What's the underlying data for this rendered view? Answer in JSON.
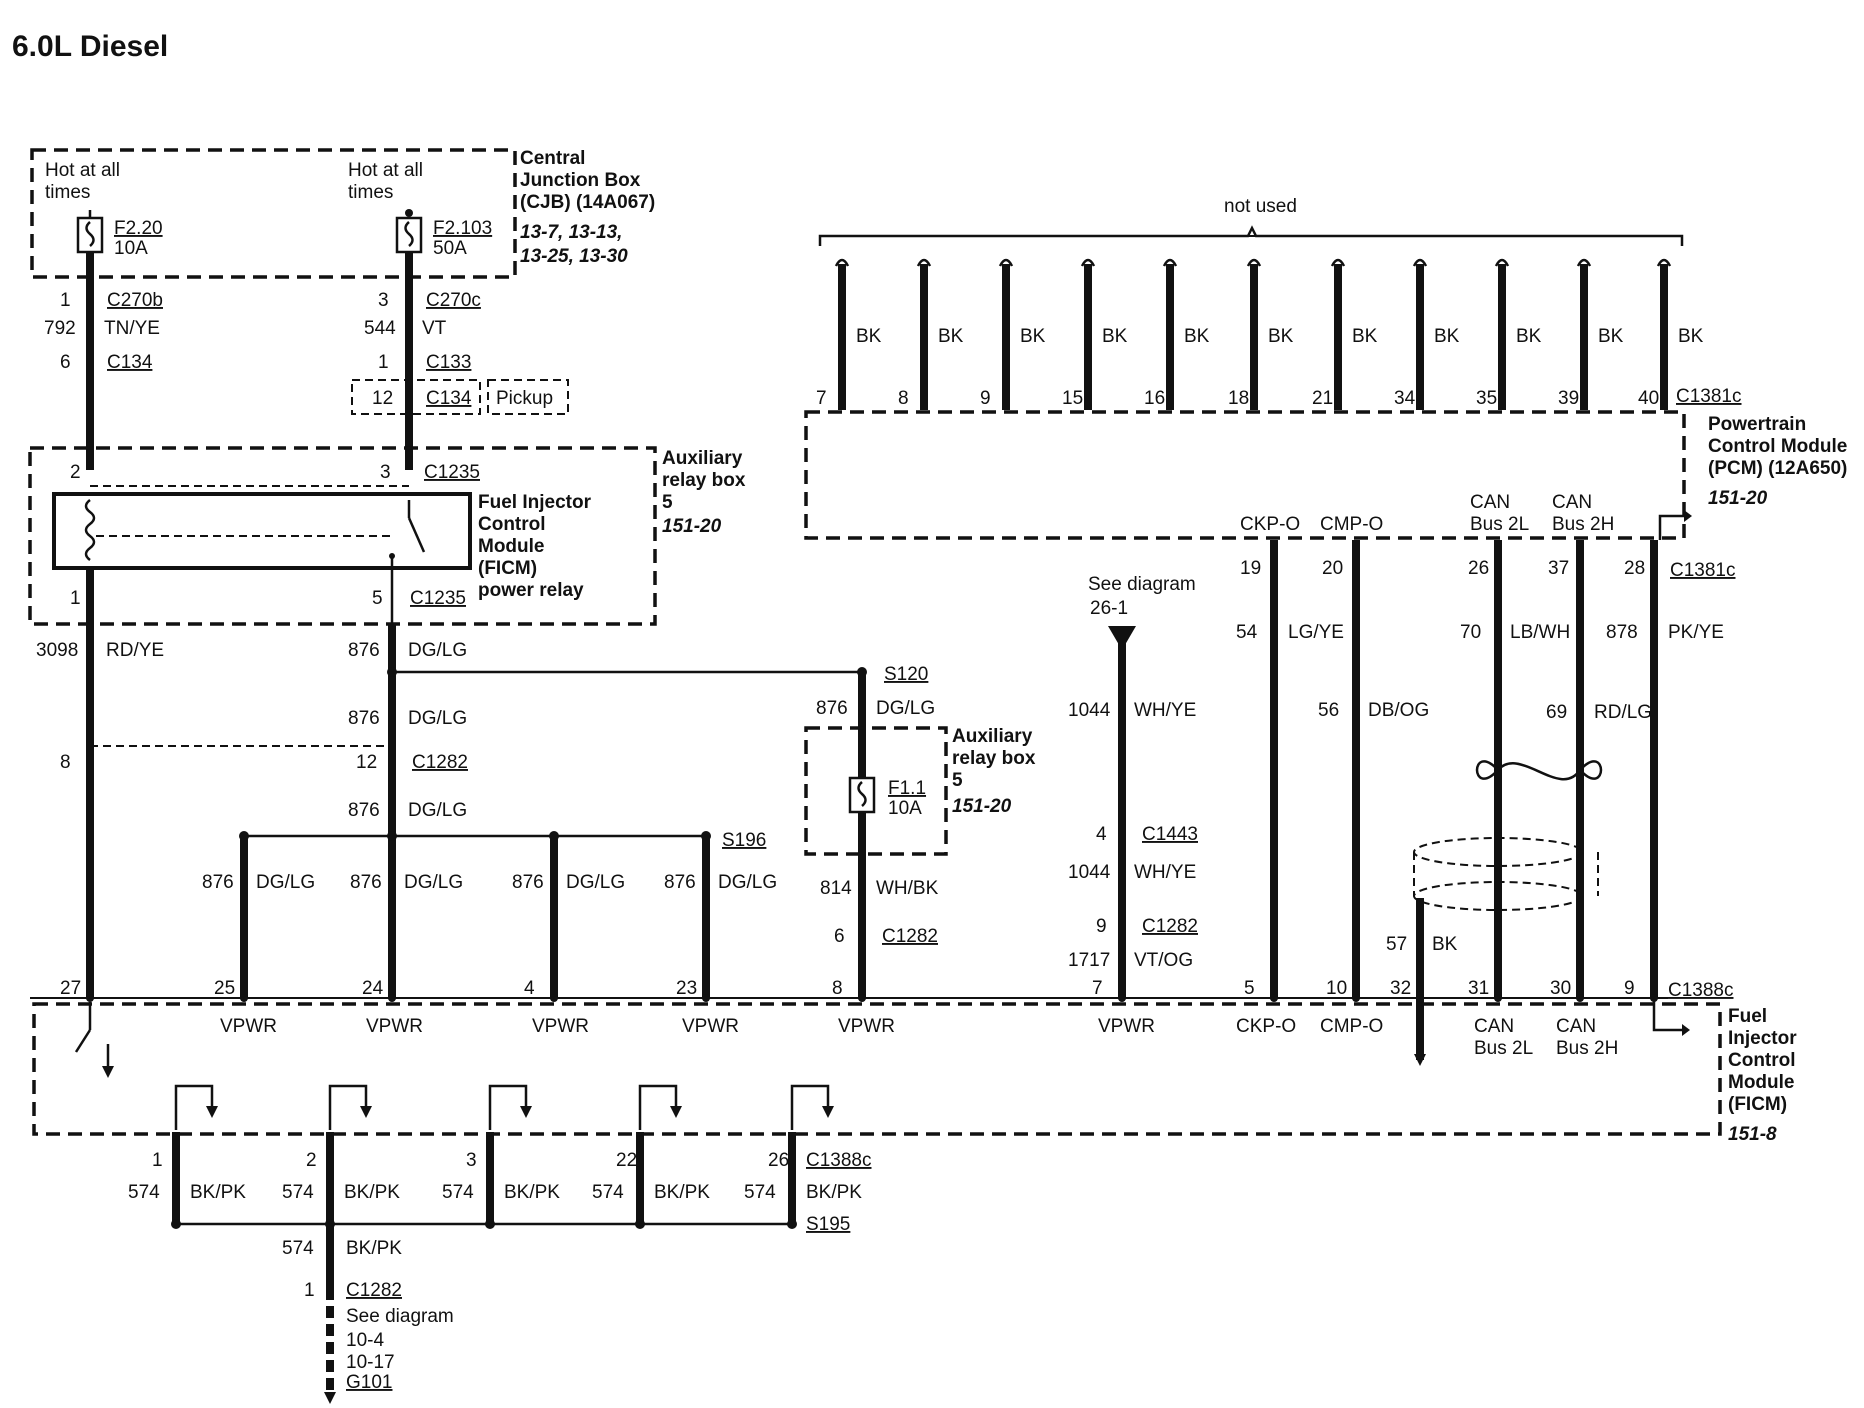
{
  "title": "6.0L Diesel",
  "cjb": {
    "name": [
      "Central",
      "Junction Box",
      "(CJB) (14A067)"
    ],
    "refs": [
      "13-7, 13-13,",
      "13-25, 13-30"
    ],
    "hot1": [
      "Hot at all",
      "times"
    ],
    "hot2": [
      "Hot at all",
      "times"
    ],
    "fuse1": {
      "id": "F2.20",
      "rating": "10A"
    },
    "fuse2": {
      "id": "F2.103",
      "rating": "50A"
    }
  },
  "left_wire": {
    "pin1": "1",
    "c1": "C270b",
    "circuit": "792",
    "color": "TN/YE",
    "pin2": "6",
    "c2": "C134"
  },
  "mid_wire": {
    "pin1": "3",
    "c1": "C270c",
    "circuit": "544",
    "color": "VT",
    "pin2": "1",
    "c2": "C133",
    "pin3": "12",
    "c3": "C134",
    "pickup": "Pickup"
  },
  "relay_box": {
    "name": [
      "Auxiliary",
      "relay box",
      "5"
    ],
    "ref": "151-20",
    "relay_name": [
      "Fuel Injector",
      "Control",
      "Module",
      "(FICM)",
      "power relay"
    ],
    "pin_top_left": "2",
    "pin_top_right": "3",
    "conn_top": "C1235",
    "pin_bot_left": "1",
    "pin_bot_right": "5",
    "conn_bot": "C1235"
  },
  "relay_out": {
    "left_circuit": "3098",
    "left_color": "RD/YE",
    "right_circuit": "876",
    "right_color": "DG/LG",
    "splice_s120": "S120",
    "w876_a": "876",
    "w876_a_color": "DG/LG",
    "pin_8": "8",
    "pin_12": "12",
    "conn_c1282": "C1282",
    "w876_b": "876",
    "w876_b_color": "DG/LG",
    "splice_s196": "S196"
  },
  "branches": [
    {
      "circuit": "876",
      "color": "DG/LG"
    },
    {
      "circuit": "876",
      "color": "DG/LG"
    },
    {
      "circuit": "876",
      "color": "DG/LG"
    },
    {
      "circuit": "876",
      "color": "DG/LG"
    }
  ],
  "aux_box2": {
    "circuit_in": "876",
    "color_in": "DG/LG",
    "name": [
      "Auxiliary",
      "relay box",
      "5"
    ],
    "ref": "151-20",
    "fuse_id": "F1.1",
    "fuse_rating": "10A",
    "circuit_out": "814",
    "color_out": "WH/BK",
    "pin": "6",
    "conn": "C1282"
  },
  "vt_wire": {
    "see": [
      "See diagram",
      "26-1"
    ],
    "circuit1": "1044",
    "color1": "WH/YE",
    "pin1": "4",
    "conn1": "C1443",
    "circuit2": "1044",
    "color2": "WH/YE",
    "pin2": "9",
    "conn2": "C1282",
    "circuit3": "1717",
    "color3": "VT/OG"
  },
  "pcm": {
    "not_used": "not used",
    "bk_pins": [
      "7",
      "8",
      "9",
      "15",
      "16",
      "18",
      "21",
      "34",
      "35",
      "39",
      "40"
    ],
    "bk_color": "BK",
    "conn": "C1381c",
    "name": [
      "Powertrain",
      "Control Module",
      "(PCM) (12A650)"
    ],
    "ref": "151-20",
    "sig_ckp": "CKP-O",
    "sig_cmp": "CMP-O",
    "sig_can_l": [
      "CAN",
      "Bus 2L"
    ],
    "sig_can_h": [
      "CAN",
      "Bus 2H"
    ],
    "bottom_pins": [
      "19",
      "20",
      "26",
      "37",
      "28"
    ],
    "bottom_conn": "C1381c"
  },
  "pcm_wires": {
    "ckp": {
      "circuit": "54",
      "color": "LG/YE"
    },
    "cmp": {
      "circuit": "56",
      "color": "DB/OG"
    },
    "canl": {
      "circuit": "70",
      "color": "LB/WH"
    },
    "canh": {
      "circuit": "69",
      "color": "RD/LG"
    },
    "p28": {
      "circuit": "878",
      "color": "PK/YE"
    },
    "shield": {
      "circuit": "57",
      "color": "BK"
    }
  },
  "ficm": {
    "pins": [
      "27",
      "25",
      "24",
      "4",
      "23",
      "8",
      "7",
      "5",
      "10",
      "32",
      "31",
      "30",
      "9"
    ],
    "conn": "C1388c",
    "vpwr": [
      "VPWR",
      "VPWR",
      "VPWR",
      "VPWR",
      "VPWR",
      "VPWR"
    ],
    "sig_ckp": "CKP-O",
    "sig_cmp": "CMP-O",
    "can_l": [
      "CAN",
      "Bus 2L"
    ],
    "can_h": [
      "CAN",
      "Bus 2H"
    ],
    "name": [
      "Fuel",
      "Injector",
      "Control",
      "Module",
      "(FICM)"
    ],
    "ref": "151-8"
  },
  "ground": {
    "pins": [
      "1",
      "2",
      "3",
      "22",
      "26"
    ],
    "conn": "C1388c",
    "circuit": "574",
    "color": "BK/PK",
    "splice": "S195",
    "main_circuit": "574",
    "main_color": "BK/PK",
    "pin": "1",
    "conn2": "C1282",
    "see": [
      "See diagram",
      "10-4",
      "10-17"
    ],
    "g": "G101"
  }
}
